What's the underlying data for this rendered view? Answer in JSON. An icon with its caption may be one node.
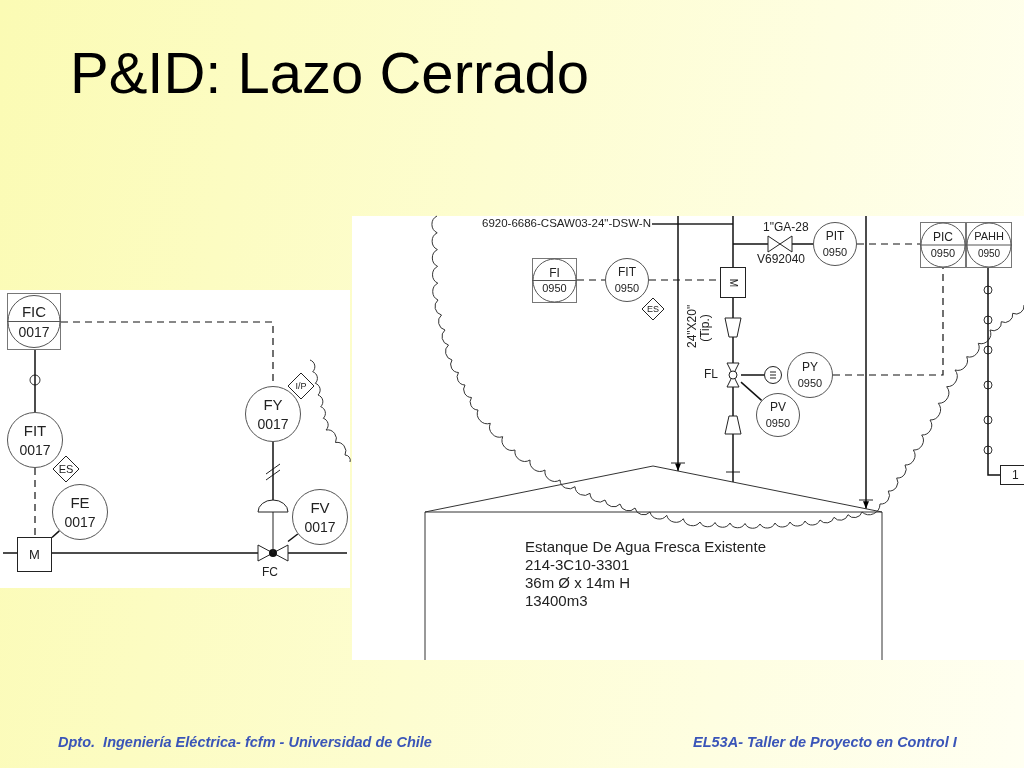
{
  "diagram": {
    "title": "P&ID: Lazo Cerrado",
    "nodes": [
      {
        "text": [
          "FIC",
          "0017"
        ]
      },
      {
        "text": [
          "FIT",
          "0017"
        ]
      },
      {
        "text": [
          "ES"
        ]
      },
      {
        "text": [
          "FE",
          "0017"
        ]
      },
      {
        "text": [
          "M"
        ]
      },
      {
        "text": [
          "FY",
          "0017"
        ]
      },
      {
        "text": [
          "I/P"
        ]
      },
      {
        "text": [],
        "shape": "valve",
        "beside": [
          "FC"
        ]
      },
      {
        "text": [
          "FV",
          "0017"
        ]
      },
      {
        "text": [
          "FI",
          "0950"
        ]
      },
      {
        "text": [
          "FIT",
          "0950"
        ]
      },
      {
        "text": [
          "ES"
        ]
      },
      {
        "text": [
          "M"
        ]
      },
      {
        "text": [],
        "shape": "valve",
        "beside": [
          "1\"GA-28",
          "V692040"
        ]
      },
      {
        "text": [
          "PIT",
          "0950"
        ]
      },
      {
        "text": [
          "PIC",
          "0950"
        ]
      },
      {
        "text": [
          "PAHH",
          "0950"
        ]
      },
      {
        "text": [],
        "shape": "trapezoid"
      },
      {
        "text": [],
        "shape": "valve",
        "beside": [
          "FL"
        ]
      },
      {
        "text": [],
        "shape": "circle"
      },
      {
        "text": [
          "PY",
          "0950"
        ]
      },
      {
        "text": [
          "PV",
          "0950"
        ]
      },
      {
        "text": [],
        "shape": "trapezoid"
      },
      {
        "text": [
          "Estanque De Agua Fresca Existente",
          "214-3C10-3301",
          "36m Ø x 14m H",
          "13400m3"
        ]
      },
      {
        "text": [
          "1"
        ]
      }
    ],
    "edges": [
      {
        "from": 0,
        "to": 1,
        "arrow": "none"
      },
      {
        "from": 1,
        "to": 4,
        "arrow": "none",
        "style": "dashed"
      },
      {
        "from": 3,
        "to": 4,
        "arrow": "none"
      },
      {
        "from": 0,
        "to": 5,
        "arrow": "none",
        "style": "dashed"
      },
      {
        "from": 5,
        "to": 7,
        "arrow": "none"
      },
      {
        "from": 8,
        "to": 7,
        "arrow": "none"
      },
      {
        "from": null,
        "to": 4,
        "arrow": "none"
      },
      {
        "from": 4,
        "to": 7,
        "arrow": "none"
      },
      {
        "from": 7,
        "to": null,
        "arrow": "none"
      },
      {
        "from": 9,
        "to": 10,
        "arrow": "none",
        "style": "dashed"
      },
      {
        "from": 10,
        "to": 12,
        "arrow": "none",
        "style": "dashed"
      },
      {
        "from": null,
        "to": 12,
        "arrow": "none"
      },
      {
        "from": null,
        "to": 13,
        "arrow": "none"
      },
      {
        "from": 13,
        "to": 14,
        "arrow": "none"
      },
      {
        "from": 14,
        "to": 15,
        "arrow": "none",
        "style": "dashed"
      },
      {
        "from": 12,
        "to": 17,
        "arrow": "none"
      },
      {
        "from": 17,
        "to": 18,
        "arrow": "none"
      },
      {
        "from": 18,
        "to": 22,
        "arrow": "none"
      },
      {
        "from": 22,
        "to": 23,
        "arrow": "none"
      },
      {
        "from": 18,
        "to": 19,
        "arrow": "none"
      },
      {
        "from": 18,
        "to": 21,
        "arrow": "none"
      },
      {
        "from": 20,
        "to": 15,
        "arrow": "none",
        "style": "dashed"
      },
      {
        "from": 16,
        "to": 24,
        "arrow": "none"
      },
      {
        "from": null,
        "to": 23,
        "arrow": "to"
      },
      {
        "from": null,
        "to": 23,
        "arrow": "to"
      }
    ],
    "labels": [
      "6920-6686-CSAW03-24\"-DSW-N",
      "24\"X20\" (Tip.)",
      "Dpto.  Ingeniería Eléctrica- fcfm - Universidad de Chile",
      "EL53A- Taller de Proyecto en Control I"
    ]
  }
}
